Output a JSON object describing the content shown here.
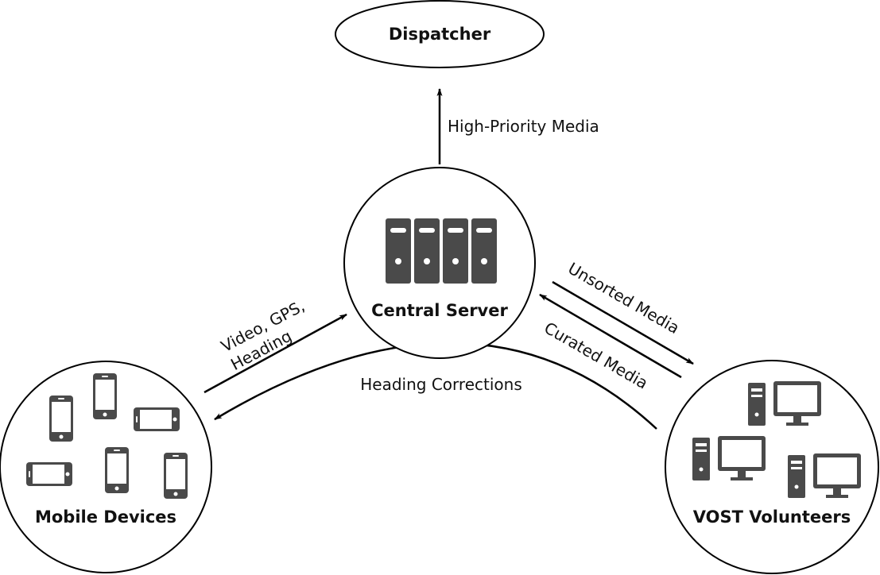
{
  "nodes": {
    "dispatcher": {
      "label": "Dispatcher"
    },
    "central_server": {
      "label": "Central Server",
      "icon": "server-rack-icon"
    },
    "mobile_devices": {
      "label": "Mobile Devices",
      "icon": "smartphone-icon"
    },
    "vost_volunteers": {
      "label": "VOST Volunteers",
      "icon": "desktop-computer-icon"
    }
  },
  "edges": {
    "high_priority": {
      "label": "High-Priority Media"
    },
    "video_gps_heading": {
      "line1": "Video, GPS,",
      "line2": "Heading"
    },
    "heading_corrections": {
      "label": "Heading Corrections"
    },
    "unsorted_media": {
      "label": "Unsorted Media"
    },
    "curated_media": {
      "label": "Curated Media"
    }
  },
  "colors": {
    "icon_fill": "#4a4a4a",
    "icon_highlight": "#ffffff",
    "stroke": "#000000"
  }
}
